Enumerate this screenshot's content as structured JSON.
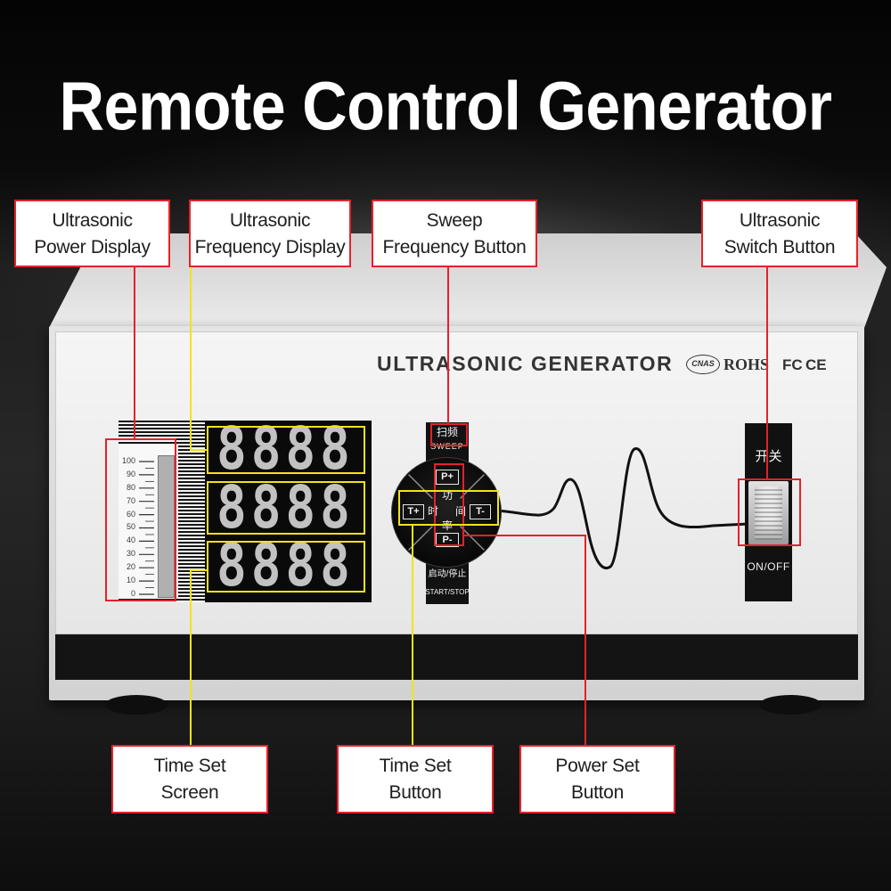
{
  "title": "Remote Control Generator",
  "callouts": {
    "power_display": {
      "line1": "Ultrasonic",
      "line2": "Power Display"
    },
    "frequency_display": {
      "line1": "Ultrasonic",
      "line2": "Frequency Display"
    },
    "sweep_button": {
      "line1": "Sweep",
      "line2": "Frequency Button"
    },
    "switch_button": {
      "line1": "Ultrasonic",
      "line2": "Switch Button"
    },
    "time_set_screen": {
      "line1": "Time Set",
      "line2": "Screen"
    },
    "time_set_button": {
      "line1": "Time Set",
      "line2": "Button"
    },
    "power_set_button": {
      "line1": "Power Set",
      "line2": "Button"
    }
  },
  "device": {
    "panel_label": "ULTRASONIC GENERATOR",
    "certifications": {
      "cnas": "CNAS",
      "rohs": "ROHS",
      "fc": "FC",
      "ce": "CE"
    },
    "power_meter_scale": [
      "100",
      "90",
      "80",
      "70",
      "60",
      "50",
      "40",
      "30",
      "20",
      "10",
      "0"
    ],
    "digit_displays": [
      "8888",
      "8888",
      "8888"
    ],
    "keypad": {
      "sweep_cn": "扫频",
      "sweep_en": "SWEEP",
      "p_plus": "P+",
      "p_minus": "P-",
      "t_plus": "T+",
      "t_minus": "T-",
      "power_cn_1": "功",
      "power_cn_2": "率",
      "time_cn_1": "时",
      "time_cn_2": "间",
      "start_stop_cn": "启动/停止",
      "start_stop_en": "START/STOP"
    },
    "power_switch": {
      "label_cn": "开关",
      "label_en": "ON/OFF"
    }
  },
  "colors": {
    "title_text": "#ffffff",
    "callout_border": "#e3222b",
    "highlight_red": "#e3222b",
    "highlight_yellow": "#f2e21d",
    "display_digits": "#c2c2c2"
  }
}
